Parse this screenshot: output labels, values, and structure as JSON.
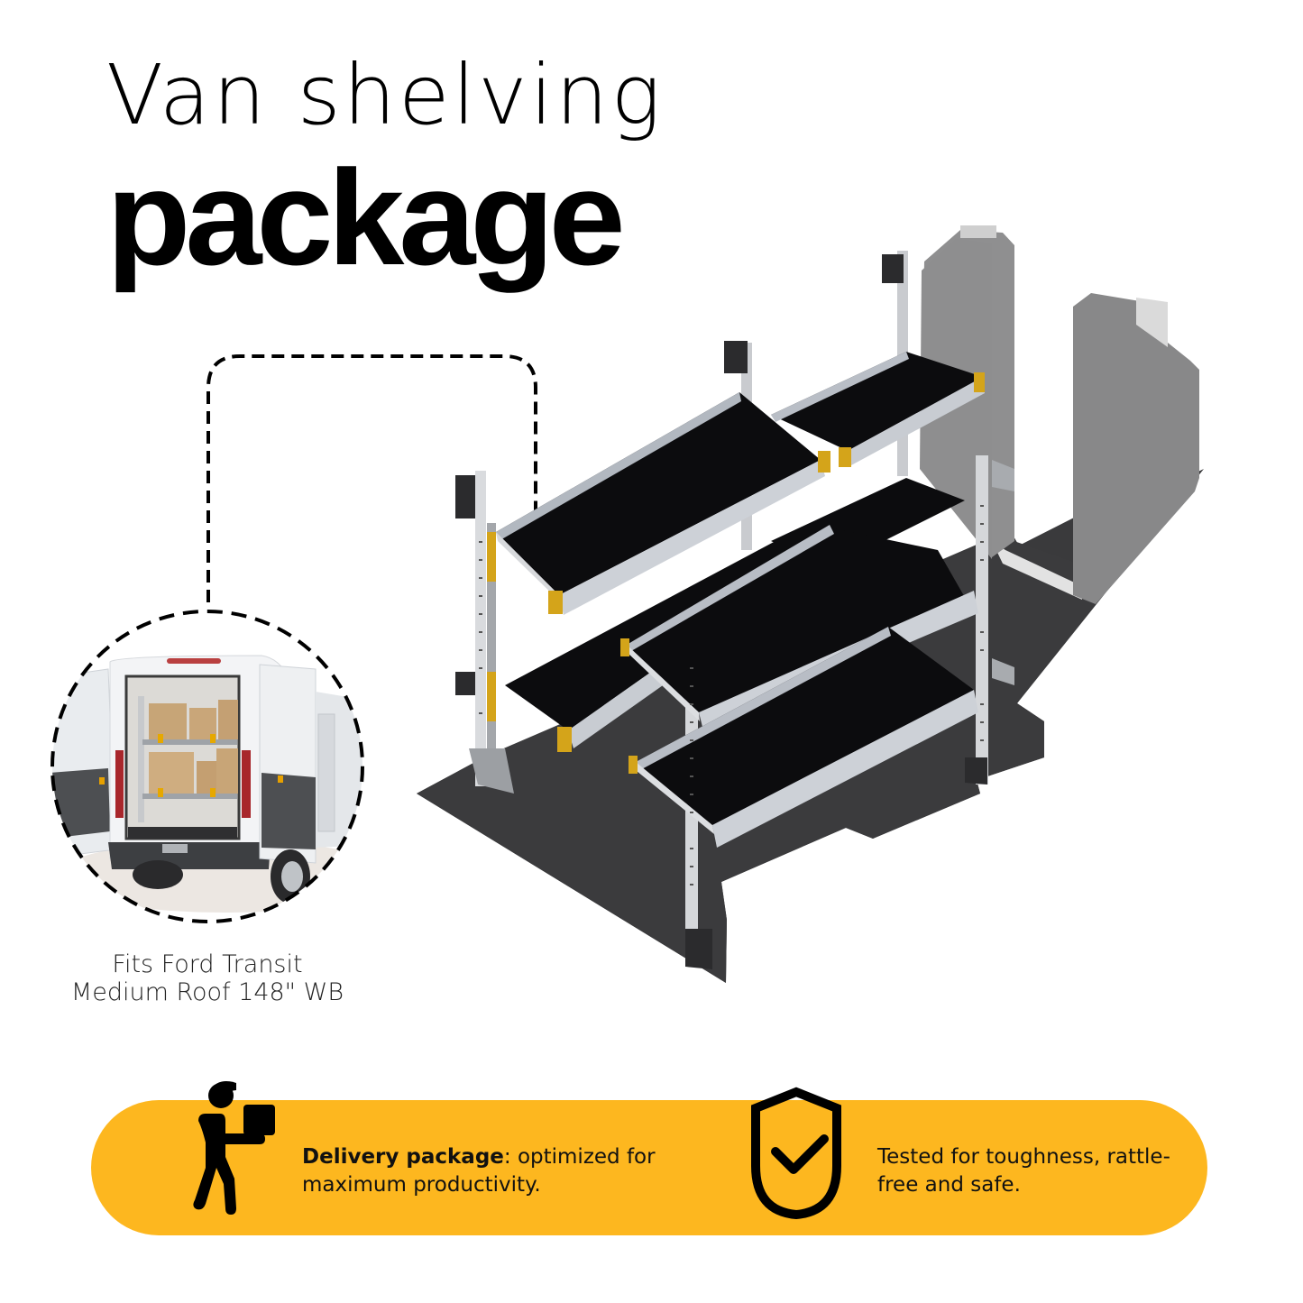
{
  "header": {
    "title_line1": "Van shelving",
    "title_line2": "package"
  },
  "inset": {
    "image_alt": "Ford Transit rear doors open showing installed shelving with boxes",
    "caption_line1": "Fits Ford Transit",
    "caption_line2": "Medium Roof 148\" WB"
  },
  "render": {
    "image_alt": "Isometric render of van shelving package: aluminum shelves with black liners, yellow end caps, grey partition panels on dark floor mat"
  },
  "features": [
    {
      "icon": "courier-carrying-box-icon",
      "bold": "Delivery package",
      "text": ": optimized for maximum productivity."
    },
    {
      "icon": "shield-check-icon",
      "bold": "",
      "text": "Tested for toughness, rattle-free and safe."
    }
  ],
  "colors": {
    "accent_yellow": "#FDB71F",
    "text": "#000000",
    "floor": "#3a3a3c",
    "shelf_liner": "#0b0b0d",
    "aluminum": "#c9ccd2",
    "endcap": "#d8a61a",
    "partition": "#8d8d8d"
  }
}
